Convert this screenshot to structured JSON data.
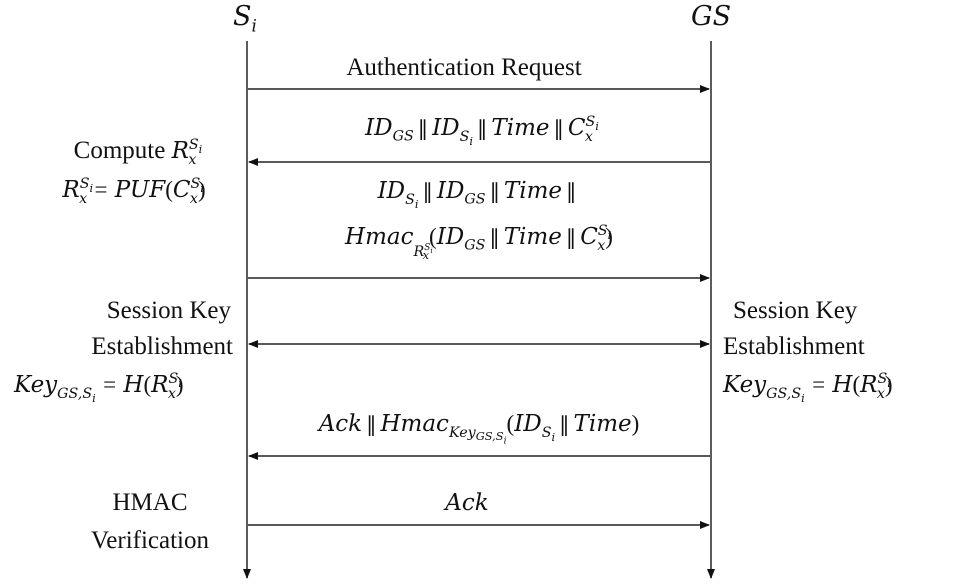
{
  "participants": {
    "left": {
      "name": "S",
      "subscript": "i"
    },
    "right": {
      "name": "GS"
    }
  },
  "messages": [
    {
      "id": "m1",
      "direction": "right",
      "label": "Authentication Request"
    },
    {
      "id": "m2",
      "direction": "left",
      "label": "ID_GS ‖ ID_{S_i} ‖ Time ‖ C_x^{S_i}"
    },
    {
      "id": "m3",
      "direction": "right",
      "label_line1": "ID_{S_i} ‖ ID_GS ‖ Time ‖",
      "label_line2": "Hmac_{R_x^{S_i}}(ID_GS ‖ Time ‖ C_x^{S_i})"
    },
    {
      "id": "m4",
      "direction": "both",
      "label": ""
    },
    {
      "id": "m5",
      "direction": "left",
      "label": "Ack ‖ Hmac_{Key_{GS,S_i}}(ID_{S_i} ‖ Time)"
    },
    {
      "id": "m6",
      "direction": "right",
      "label": "Ack"
    }
  ],
  "text": {
    "auth_request": "Authentication Request",
    "ID": "ID",
    "GS": "GS",
    "S": "S",
    "i": "i",
    "x": "x",
    "Time": "Time",
    "C": "C",
    "R": "R",
    "Hmac": "Hmac",
    "Key": "Key",
    "GS_S": "GS,S",
    "Ack": "Ack",
    "par": "‖",
    "eq": "=",
    "PUF": "PUF",
    "H": "H",
    "lparen": "(",
    "rparen": ")"
  },
  "notes": {
    "compute": "Compute",
    "session_key_line1": "Session Key",
    "session_key_line2": "Establishment",
    "hmac_verif_line1": "HMAC",
    "hmac_verif_line2": "Verification"
  }
}
